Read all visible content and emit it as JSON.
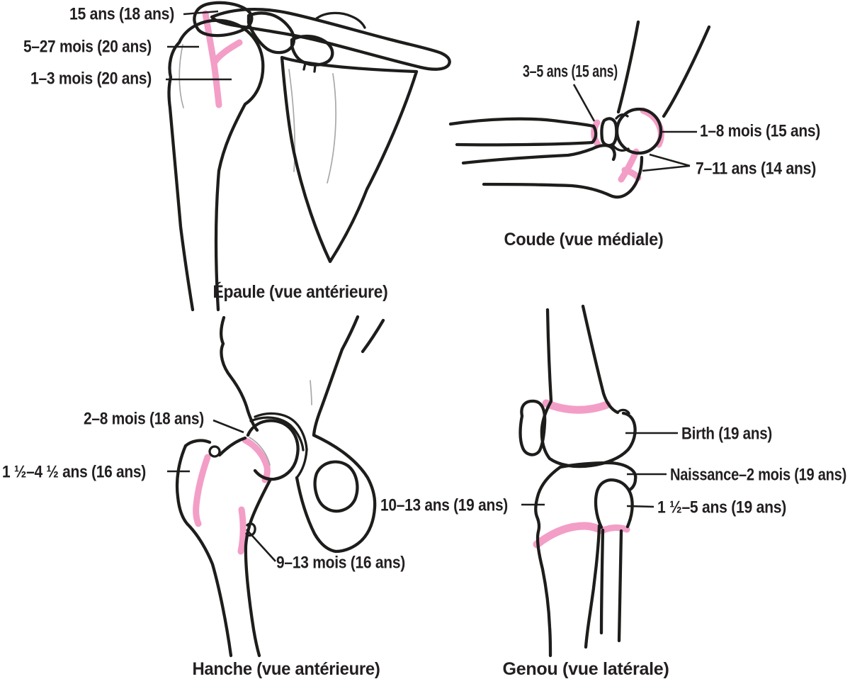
{
  "figure": {
    "background": "#ffffff",
    "outline_color": "#1d1d1b",
    "physis_color": "#f39ec6",
    "thin_line_color": "#a8a8a8",
    "text_color": "#231f20"
  },
  "panels": [
    {
      "id": "shoulder",
      "caption": "Épaule (vue antérieure)",
      "labels": [
        {
          "text": "15 ans (18 ans)"
        },
        {
          "text": "5–27 mois (20 ans)"
        },
        {
          "text": "1–3 mois (20 ans)"
        }
      ]
    },
    {
      "id": "elbow",
      "caption": "Coude (vue médiale)",
      "labels": [
        {
          "text": "3–5 ans (15 ans)"
        },
        {
          "text": "1–8 mois (15 ans)"
        },
        {
          "text": "7–11 ans (14 ans)"
        }
      ]
    },
    {
      "id": "hip",
      "caption": "Hanche (vue antérieure)",
      "labels": [
        {
          "text": "2–8 mois (18 ans)"
        },
        {
          "text": "1 ½–4 ½ ans (16 ans)"
        },
        {
          "text": "9–13 mois (16 ans)"
        }
      ]
    },
    {
      "id": "knee",
      "caption": "Genou (vue latérale)",
      "labels": [
        {
          "text": "Birth (19 ans)"
        },
        {
          "text": "Naissance–2 mois (19 ans)"
        },
        {
          "text": "1 ½–5 ans (19 ans)"
        },
        {
          "text": "10–13 ans (19 ans)"
        }
      ]
    }
  ]
}
